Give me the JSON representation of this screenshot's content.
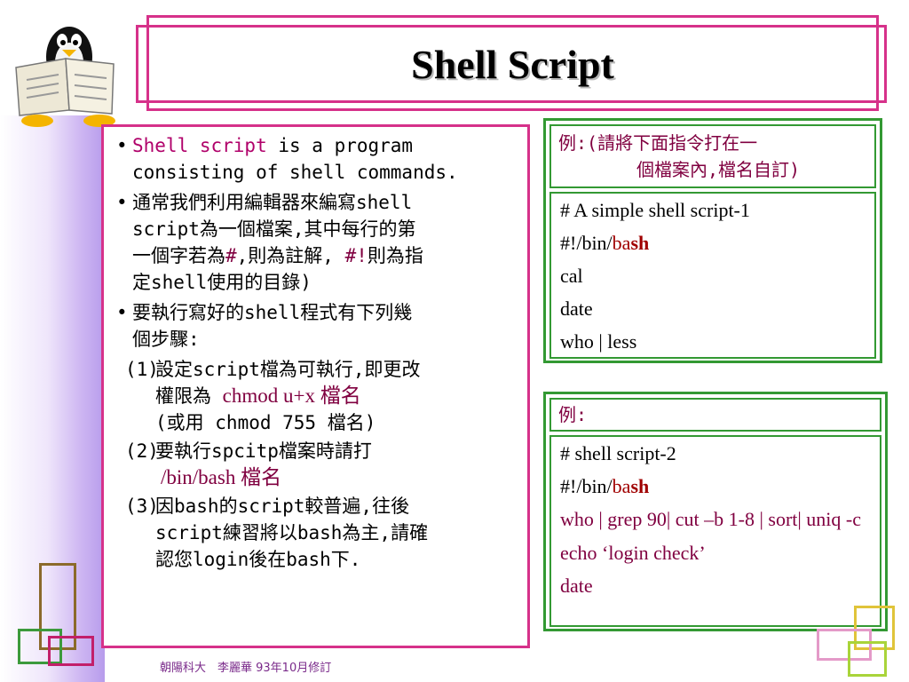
{
  "title": "Shell Script",
  "main": {
    "bullet1": {
      "mark": "•",
      "highlight": "Shell script",
      "rest": " is a program consisting of shell commands."
    },
    "bullet2": {
      "mark": "•",
      "line1": "通常我們利用編輯器來編寫shell",
      "line2": "script為一個檔案,其中每行的第",
      "line3a": "一個字若為",
      "hash": "#",
      "line3b": ",則為註解, ",
      "shebang": "#!",
      "line3c": "則為指",
      "line4": "定shell使用的目錄)"
    },
    "bullet3": {
      "mark": "•",
      "line1": "要執行寫好的shell程式有下列幾",
      "line2": "個步驟:"
    },
    "step1": {
      "num": "(1)",
      "line1": "設定script檔為可執行,即更改",
      "line2a": "權限為 ",
      "line2cmd": "chmod u+x 檔名",
      "line3": "(或用 chmod 755 檔名)"
    },
    "step2": {
      "num": "(2)",
      "line1": "要執行spcitp檔案時請打",
      "line2": "/bin/bash 檔名"
    },
    "step3": {
      "num": "(3)",
      "line1": "因bash的script較普遍,往後",
      "line2": "script練習將以bash為主,請確",
      "line3": "認您login後在bash下."
    }
  },
  "example1": {
    "heading_line1": "例:(請將下面指令打在一",
    "heading_line2": "個檔案內,檔名自訂)",
    "lines": {
      "l1": "# A simple shell script-1",
      "l2a": "#!/bin/",
      "l2b": "ba",
      "l2c": "sh",
      "l3": "cal",
      "l4": "date",
      "l5": "who | less"
    }
  },
  "example2": {
    "heading": "例:",
    "lines": {
      "l1": "# shell script-2",
      "l2a": "#!/bin/",
      "l2b": "ba",
      "l2c": "sh",
      "l3": "who | grep 90| cut –b 1-8 | sort| uniq -c",
      "l4": "echo ‘login check’",
      "l5": "date"
    }
  },
  "footer": "朝陽科大　李麗華  93年10月修訂",
  "colors": {
    "frame_magenta": "#d6318a",
    "example_green": "#339933",
    "code_red": "#800040"
  },
  "icons": {
    "mascot": "linux-penguin-reading-newspaper-icon"
  }
}
